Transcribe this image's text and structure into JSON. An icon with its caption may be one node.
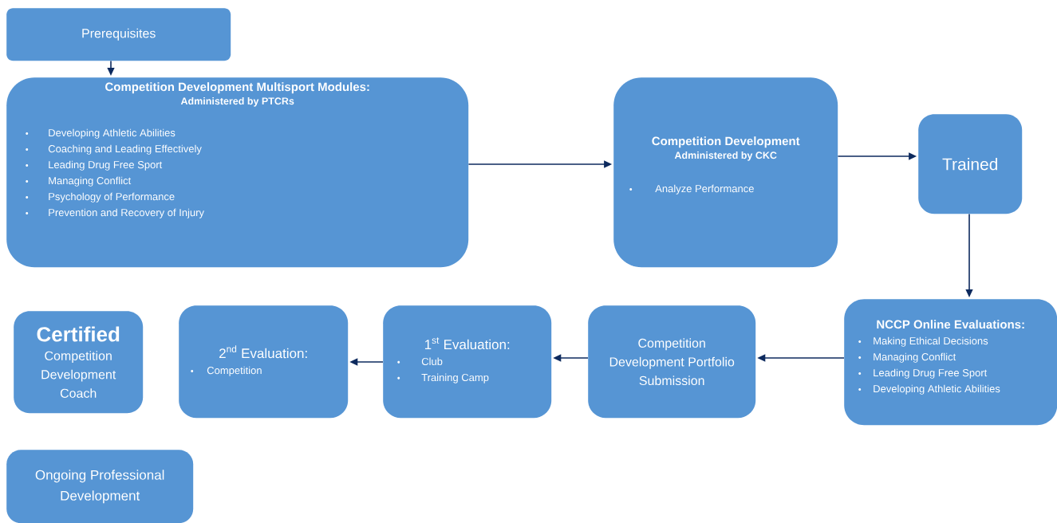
{
  "diagram": {
    "nodes": [
      {
        "text": [
          "Prerequisites"
        ]
      },
      {
        "text": [
          "Competition Development Multisport Modules:",
          "Administered by PTCRs",
          "Developing Athletic Abilities",
          "Coaching and Leading Effectively",
          "Leading Drug Free Sport",
          "Managing Conflict",
          "Psychology of Performance",
          "Prevention and Recovery of Injury"
        ]
      },
      {
        "text": [
          "Competition Development",
          "Administered by CKC",
          "Analyze Performance"
        ]
      },
      {
        "text": [
          "Trained"
        ]
      },
      {
        "text": [
          "NCCP Online Evaluations:",
          "Making Ethical Decisions",
          "Managing Conflict",
          "Leading Drug Free Sport",
          "Developing Athletic Abilities"
        ]
      },
      {
        "text": [
          "Competition Development Portfolio Submission"
        ]
      },
      {
        "text": [
          "\\text{1}^{\\text{st}}\\text{ Evaluation:}",
          "Club",
          "Training Camp"
        ]
      },
      {
        "text": [
          "\\text{2}^{\\text{nd}}\\text{ Evaluation:}",
          "Competition"
        ]
      },
      {
        "text": [
          "Certified",
          "Competition Development Coach"
        ]
      },
      {
        "text": [
          "Ongoing Professional Development"
        ]
      }
    ],
    "edges": [
      {
        "from": 0,
        "to": 1,
        "arrow": "to"
      },
      {
        "from": 1,
        "to": 2,
        "arrow": "to"
      },
      {
        "from": 2,
        "to": 3,
        "arrow": "to"
      },
      {
        "from": 3,
        "to": 4,
        "arrow": "to"
      },
      {
        "from": 4,
        "to": 5,
        "arrow": "to"
      },
      {
        "from": 5,
        "to": 6,
        "arrow": "to"
      },
      {
        "from": 6,
        "to": 7,
        "arrow": "to"
      }
    ]
  }
}
